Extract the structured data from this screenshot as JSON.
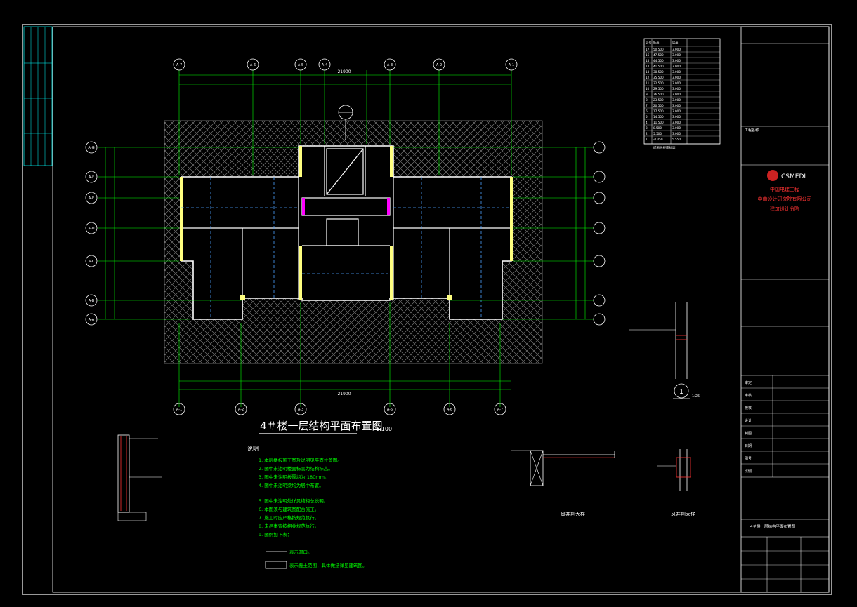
{
  "drawing": {
    "title": "4＃楼一层结构平面布置图",
    "scale": "1:100",
    "notes_heading": "说明",
    "note_items": [
      "1. 本层楼板施工图及说明见平面位置图。",
      "2. 图中未注明楼面标高为结构标高。",
      "3. 图中未注明板厚均为 180mm。",
      "4. 图中未注明梁均为居中布置。",
      "5. 图中未注明处详见结构总说明。",
      "6. 本图须与建筑图配合施工。",
      "7. 施工时应严格按规范执行。",
      "8. 未尽事宜按相关规范执行。",
      "9. 图例如下表："
    ],
    "legend_items": [
      "表示洞口。",
      "表示覆土范围，具体做法详见建筑图。"
    ],
    "detail_labels": [
      "风井剖大样",
      "风井剖大样"
    ],
    "section_marker": "1",
    "section_scale": "1:25",
    "axis_top": [
      "A-7",
      "A-6",
      "A-5",
      "A-4",
      "A-3",
      "A-2",
      "A-1"
    ],
    "axis_bottom": [
      "A-1",
      "A-2",
      "A-3",
      "A-5",
      "A-6",
      "A-7"
    ],
    "axis_side": [
      "A-G",
      "A-F",
      "A-E",
      "A-D",
      "A-C",
      "A-B",
      "A-A"
    ],
    "dim_top_total": "21900",
    "dim_bottom_total": "21900"
  },
  "title_block": {
    "company_en": "CSMEDI",
    "company_cn": [
      "中国电建工程",
      "中南设计研究院有限公司",
      "建筑设计分院"
    ],
    "project_label": "工程名称",
    "drawing_name": "4＃楼一层结构平面布置图",
    "rows": [
      "审定",
      "审核",
      "校核",
      "设计",
      "制图",
      "日期",
      "图号",
      "比例"
    ]
  },
  "rev_table": {
    "header": [
      "层号",
      "标高",
      "层高"
    ],
    "rows": [
      [
        "17",
        "50.500",
        "3.000"
      ],
      [
        "16",
        "47.500",
        "3.000"
      ],
      [
        "15",
        "44.500",
        "3.000"
      ],
      [
        "14",
        "41.500",
        "3.000"
      ],
      [
        "13",
        "38.500",
        "3.000"
      ],
      [
        "12",
        "35.500",
        "3.000"
      ],
      [
        "11",
        "32.500",
        "3.000"
      ],
      [
        "10",
        "29.500",
        "3.000"
      ],
      [
        "9",
        "26.500",
        "3.000"
      ],
      [
        "8",
        "23.500",
        "3.000"
      ],
      [
        "7",
        "20.500",
        "3.000"
      ],
      [
        "6",
        "17.500",
        "3.000"
      ],
      [
        "5",
        "14.500",
        "3.000"
      ],
      [
        "4",
        "11.500",
        "3.000"
      ],
      [
        "3",
        "8.500",
        "3.000"
      ],
      [
        "2",
        "5.500",
        "3.000"
      ],
      [
        "1",
        "-0.050",
        "5.550"
      ]
    ],
    "footer": "结构层楼面标高"
  },
  "colors": {
    "frame": "#ffffff",
    "axis": "#00ff00",
    "wall": "#ffffff",
    "hatch": "#9a9a9a",
    "column": "#ffff80",
    "rebar": "#ff3333",
    "highlight": "#ff00ff"
  }
}
